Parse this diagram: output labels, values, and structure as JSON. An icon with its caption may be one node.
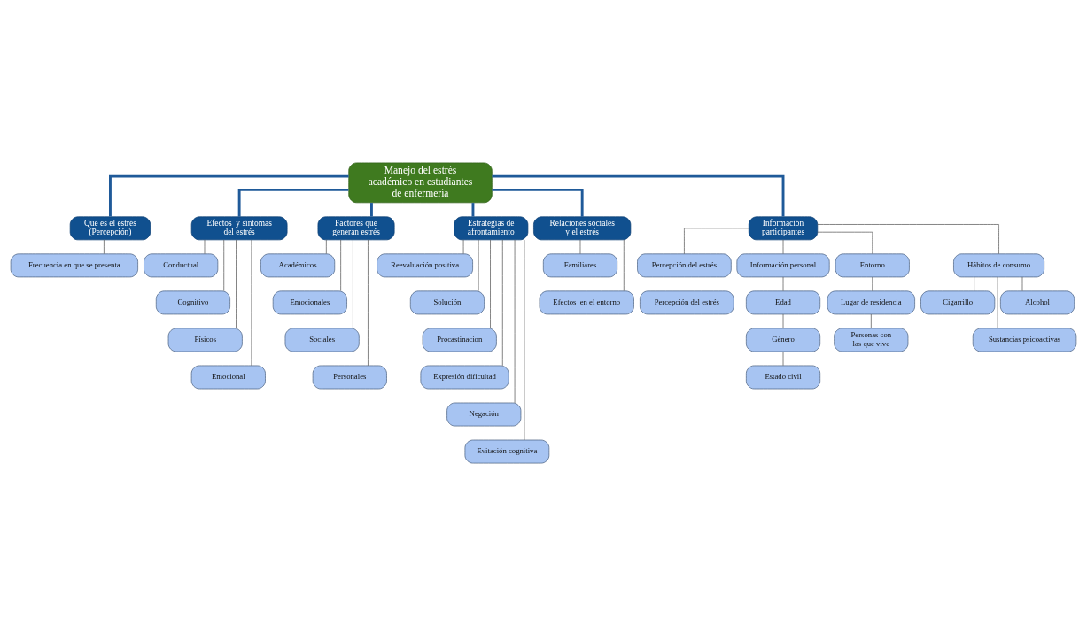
{
  "diagram": {
    "nodes": [
      {
        "text": [
          "Manejo del estrés académico en estudiantes de enfermería"
        ]
      },
      {
        "text": [
          "Frecuencia en que se presenta"
        ]
      },
      {
        "text": [
          "Que es el estrés (Percepción)"
        ]
      },
      {
        "text": [
          "Conductual"
        ]
      },
      {
        "text": [
          "Cognitivo"
        ]
      },
      {
        "text": [
          "Físicos"
        ]
      },
      {
        "text": [
          "Emocional"
        ]
      },
      {
        "text": [
          "Efectos  y síntomas del estrés"
        ]
      },
      {
        "text": [
          "Factores que generan estrés"
        ]
      },
      {
        "text": [
          "Académicos"
        ]
      },
      {
        "text": [
          "Emocionales"
        ]
      },
      {
        "text": [
          "Sociales"
        ]
      },
      {
        "text": [
          "Personales"
        ]
      },
      {
        "text": [
          "Reevaluación positiva"
        ]
      },
      {
        "text": [
          "Solución"
        ]
      },
      {
        "text": [
          "Procastinacion"
        ]
      },
      {
        "text": [
          "Expresión dificultad"
        ]
      },
      {
        "text": [
          "Negación"
        ]
      },
      {
        "text": [
          "Evitación cognitiva"
        ]
      },
      {
        "text": [
          "Estrategias de afrontamiento"
        ]
      },
      {
        "text": [
          "Relaciones sociales y el estrés"
        ]
      },
      {
        "text": [
          "Familiares"
        ]
      },
      {
        "text": [
          "Efectos  en el entorno"
        ]
      },
      {
        "text": [
          "Información participantes"
        ]
      },
      {
        "text": [
          "Percepción del estrés"
        ]
      },
      {
        "text": [
          "Información personal"
        ]
      },
      {
        "text": [
          "Entorno"
        ]
      },
      {
        "text": [
          "Hábitos de consumo"
        ]
      },
      {
        "text": [
          "Percepción del estrés"
        ]
      },
      {
        "text": [
          "Edad"
        ]
      },
      {
        "text": [
          "Género"
        ]
      },
      {
        "text": [
          "Estado civil"
        ]
      },
      {
        "text": [
          "Lugar de residencia"
        ]
      },
      {
        "text": [
          "Personas con las que vive"
        ]
      },
      {
        "text": [
          "Cigarrillo"
        ]
      },
      {
        "text": [
          "Alcohol"
        ]
      },
      {
        "text": [
          "Sustancias psicoactivas"
        ]
      }
    ],
    "edges": [
      {
        "from": 0,
        "to": 2,
        "arrow": "none",
        "style": "thick",
        "color": "#1f5a99"
      },
      {
        "from": 0,
        "to": 7,
        "arrow": "none",
        "style": "thick",
        "color": "#1f5a99"
      },
      {
        "from": 0,
        "to": 8,
        "arrow": "none",
        "style": "thick",
        "color": "#1f5a99"
      },
      {
        "from": 0,
        "to": 19,
        "arrow": "none",
        "style": "thick",
        "color": "#1f5a99"
      },
      {
        "from": 0,
        "to": 20,
        "arrow": "none",
        "style": "thick",
        "color": "#1f5a99"
      },
      {
        "from": 0,
        "to": 23,
        "arrow": "none",
        "style": "thick",
        "color": "#1f5a99"
      },
      {
        "from": 2,
        "to": 1,
        "arrow": "none"
      },
      {
        "from": 7,
        "to": 3,
        "arrow": "none"
      },
      {
        "from": 7,
        "to": 4,
        "arrow": "none"
      },
      {
        "from": 7,
        "to": 5,
        "arrow": "none"
      },
      {
        "from": 7,
        "to": 6,
        "arrow": "none"
      },
      {
        "from": 8,
        "to": 9,
        "arrow": "none"
      },
      {
        "from": 8,
        "to": 10,
        "arrow": "none"
      },
      {
        "from": 8,
        "to": 11,
        "arrow": "none"
      },
      {
        "from": 8,
        "to": 12,
        "arrow": "none"
      },
      {
        "from": 19,
        "to": 13,
        "arrow": "none"
      },
      {
        "from": 19,
        "to": 14,
        "arrow": "none"
      },
      {
        "from": 19,
        "to": 15,
        "arrow": "none"
      },
      {
        "from": 19,
        "to": 16,
        "arrow": "none"
      },
      {
        "from": 19,
        "to": 17,
        "arrow": "none"
      },
      {
        "from": 19,
        "to": 18,
        "arrow": "none"
      },
      {
        "from": 20,
        "to": 21,
        "arrow": "none"
      },
      {
        "from": 20,
        "to": 22,
        "arrow": "none"
      },
      {
        "from": 23,
        "to": 24,
        "arrow": "none"
      },
      {
        "from": 23,
        "to": 25,
        "arrow": "none"
      },
      {
        "from": 23,
        "to": 26,
        "arrow": "none"
      },
      {
        "from": 23,
        "to": 27,
        "arrow": "none"
      },
      {
        "from": 25,
        "to": 29,
        "arrow": "none"
      },
      {
        "from": 29,
        "to": 30,
        "arrow": "none"
      },
      {
        "from": 30,
        "to": 31,
        "arrow": "none"
      },
      {
        "from": 26,
        "to": 32,
        "arrow": "none"
      },
      {
        "from": 32,
        "to": 33,
        "arrow": "none"
      },
      {
        "from": 27,
        "to": 34,
        "arrow": "none"
      },
      {
        "from": 27,
        "to": 35,
        "arrow": "none"
      },
      {
        "from": 27,
        "to": 36,
        "arrow": "none"
      }
    ]
  }
}
